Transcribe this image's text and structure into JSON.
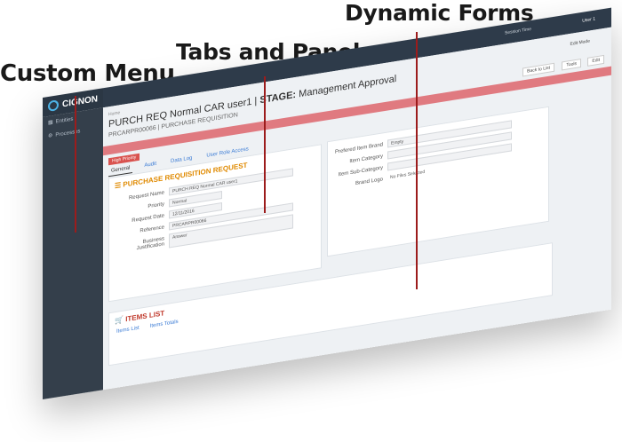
{
  "callouts": {
    "custom_menu": "Custom Menu",
    "tabs_panels": "Tabs and Panels",
    "dynamic_forms": "Dynamic Forms"
  },
  "app": {
    "logo": "CIGNON",
    "topbar": {
      "session": "Session Time",
      "user": "User 1"
    },
    "sidebar": {
      "items": [
        "Entities",
        "Processes"
      ]
    },
    "breadcrumb": "Home",
    "title": "PURCH REQ Normal CAR user1",
    "stage_label": "STAGE:",
    "stage_value": "Management Approval",
    "subtitle": "PRCARPR00066 | PURCHASE REQUISITION",
    "edit_mode": "Edit Mode",
    "buttons": {
      "back": "Back to List",
      "tools": "Tools",
      "edit": "Edit"
    },
    "priority_badge": "High Priority",
    "tabs": [
      "General",
      "Audit",
      "Data Log",
      "User Role Access"
    ],
    "panel_title": "PURCHASE REQUISITION REQUEST",
    "fields": {
      "request_name_label": "Request Name",
      "request_name": "PURCH REQ Normal CAR user1",
      "priority_label": "Priority",
      "priority": "Normal",
      "request_date_label": "Request Date",
      "request_date": "12/11/2016",
      "reference_label": "Reference",
      "reference": "PRCARPR00066",
      "justification_label": "Business Justification",
      "justification": "Answer"
    },
    "right_fields": {
      "brand_label": "Prefered Item Brand",
      "brand": "Empty",
      "category_label": "Item Category",
      "subcategory_label": "Item Sub-Category",
      "logo_label": "Brand Logo",
      "logo_value": "No Files Selected"
    },
    "items_title": "ITEMS LIST",
    "items_tabs": [
      "Items List",
      "Items Totals"
    ]
  }
}
